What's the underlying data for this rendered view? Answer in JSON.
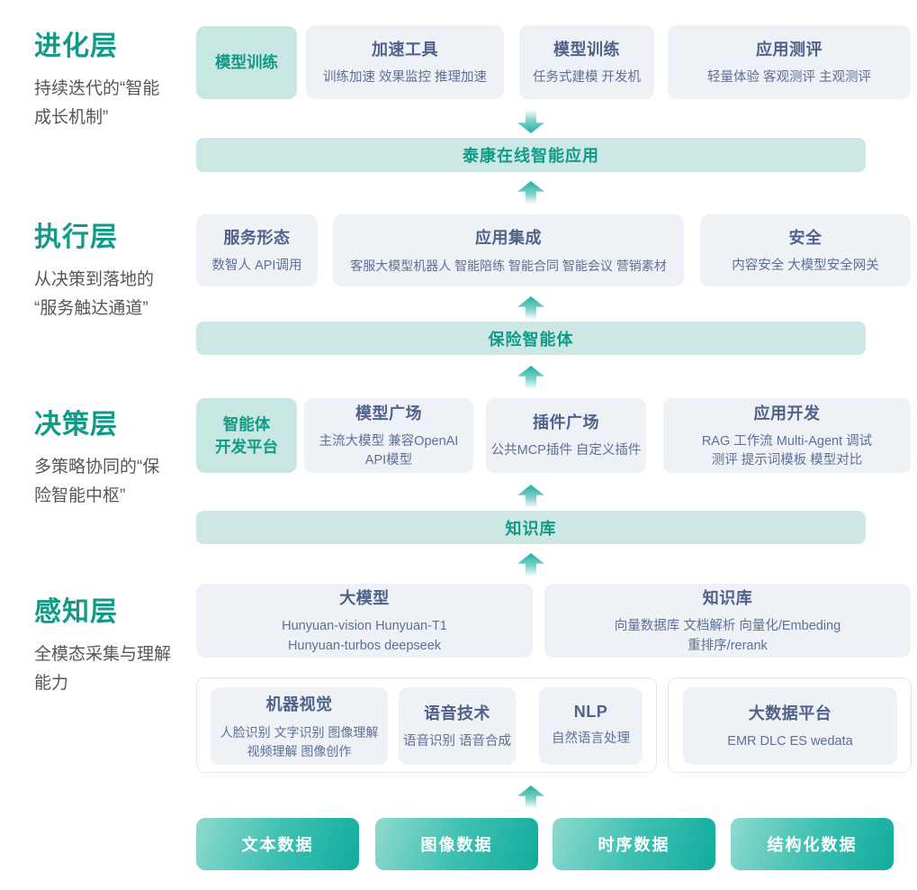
{
  "layers": {
    "evolution": {
      "title": "进化层",
      "subtitle": "持续迭代的“智能\n成长机制”"
    },
    "execution": {
      "title": "执行层",
      "subtitle": "从决策到落地的\n“服务触达通道”"
    },
    "decision": {
      "title": "决策层",
      "subtitle": "多策略协同的“保\n险智能中枢”"
    },
    "perception": {
      "title": "感知层",
      "subtitle": "全模态采集与理解\n能力"
    }
  },
  "banners": {
    "top": "泰康在线智能应用",
    "middle": "保险智能体",
    "bottom": "知识库"
  },
  "rows": {
    "evolution": {
      "highlight": "模型训练",
      "boxes": [
        {
          "title": "加速工具",
          "sub": "训练加速 效果监控 推理加速"
        },
        {
          "title": "模型训练",
          "sub": "任务式建模 开发机"
        },
        {
          "title": "应用测评",
          "sub": "轻量体验 客观测评 主观测评"
        }
      ]
    },
    "execution": {
      "boxes": [
        {
          "title": "服务形态",
          "sub": "数智人  API调用"
        },
        {
          "title": "应用集成",
          "sub": "客服大模型机器人  智能陪练 智能合同 智能会议 营销素材"
        },
        {
          "title": "安全",
          "sub": "内容安全 大模型安全网关"
        }
      ]
    },
    "decision": {
      "highlight": "智能体\n开发平台",
      "boxes": [
        {
          "title": "模型广场",
          "sub": "主流大模型 兼容OpenAI\nAPI模型"
        },
        {
          "title": "插件广场",
          "sub": "公共MCP插件 自定义插件"
        },
        {
          "title": "应用开发",
          "sub": "RAG 工作流 Multi-Agent 调试\n测评 提示词模板 模型对比"
        }
      ]
    },
    "perception": {
      "boxes": [
        {
          "title": "大模型",
          "sub": "Hunyuan-vision Hunyuan-T1\nHunyuan-turbos deepseek"
        },
        {
          "title": "知识库",
          "sub": "向量数据库  文档解析 向量化/Embeding\n重排序/rerank"
        },
        {
          "title": "机器视觉",
          "sub": "人脸识别 文字识别 图像理解\n视频理解 图像创作"
        },
        {
          "title": "语音技术",
          "sub": "语音识别 语音合成"
        },
        {
          "title": "NLP",
          "sub": "自然语言处理"
        },
        {
          "title": "大数据平台",
          "sub": "EMR DLC ES wedata"
        }
      ]
    }
  },
  "data_sources": [
    "文本数据",
    "图像数据",
    "时序数据",
    "结构化数据"
  ],
  "colors": {
    "accent_green": "#119a87",
    "highlight_box_bg": "#c8e6e2",
    "banner_bg": "#cde8e4",
    "gray_box_bg": "#eef1f6",
    "box_title_text": "#506289",
    "box_sub_text": "#5f6f97",
    "arrow_teal": "#1cb0a2",
    "button_gradient_start": "#8fdacf",
    "button_gradient_end": "#10ac9d"
  }
}
